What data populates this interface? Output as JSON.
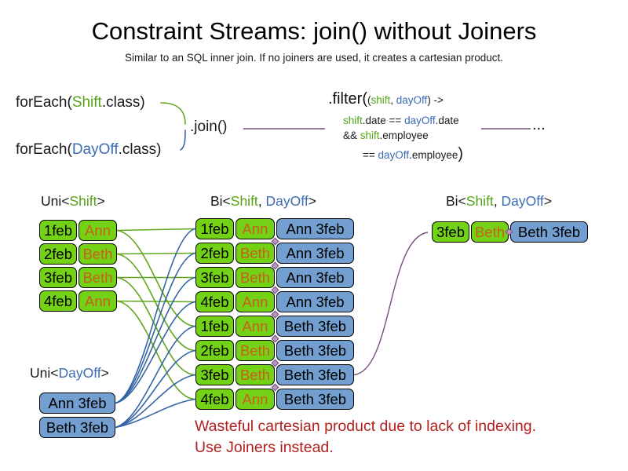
{
  "title": "Constraint Streams: join() without Joiners",
  "subtitle": "Similar to an SQL inner join. If no joiners are used, it creates a cartesian product.",
  "code": {
    "foreach_shift": {
      "pre": "forEach(",
      "cls": "Shift",
      "post": ".class)"
    },
    "foreach_dayoff": {
      "pre": "forEach(",
      "cls": "DayOff",
      "post": ".class)"
    },
    "join": ".join()",
    "filter": {
      "head": ".filter(",
      "p_open": "(",
      "p_shift": "shift",
      "p_sep": ", ",
      "p_dayoff": "dayOff",
      "p_close": ") ->",
      "l2_shift": "shift",
      "l2_mid": ".date == ",
      "l2_dayoff": "dayOff",
      "l2_end": ".date",
      "l3_and": "&& ",
      "l3_shift": "shift",
      "l3_end": ".employee",
      "l4_eq": "== ",
      "l4_dayoff": "dayOff",
      "l4_end": ".employee",
      "l4_paren": ")"
    },
    "ellipsis": "..."
  },
  "labels": {
    "uni_shift": {
      "pre": "Uni<",
      "name": "Shift",
      "post": ">"
    },
    "bi": {
      "pre": "Bi<",
      "shift": "Shift",
      "sep": ", ",
      "dayoff": "DayOff",
      "post": ">"
    },
    "uni_dayoff": {
      "pre": "Uni<",
      "name": "DayOff",
      "post": ">"
    }
  },
  "tables": {
    "uni_shift": {
      "rows": [
        {
          "date": "1feb",
          "emp": "Ann"
        },
        {
          "date": "2feb",
          "emp": "Beth"
        },
        {
          "date": "3feb",
          "emp": "Beth"
        },
        {
          "date": "4feb",
          "emp": "Ann"
        }
      ]
    },
    "bi": {
      "rows": [
        {
          "date": "1feb",
          "emp": "Ann",
          "pair": "Ann 3feb"
        },
        {
          "date": "2feb",
          "emp": "Beth",
          "pair": "Ann 3feb"
        },
        {
          "date": "3feb",
          "emp": "Beth",
          "pair": "Ann 3feb"
        },
        {
          "date": "4feb",
          "emp": "Ann",
          "pair": "Ann 3feb"
        },
        {
          "date": "1feb",
          "emp": "Ann",
          "pair": "Beth 3feb"
        },
        {
          "date": "2feb",
          "emp": "Beth",
          "pair": "Beth 3feb"
        },
        {
          "date": "3feb",
          "emp": "Beth",
          "pair": "Beth 3feb"
        },
        {
          "date": "4feb",
          "emp": "Ann",
          "pair": "Beth 3feb"
        }
      ]
    },
    "bi_result": {
      "row": {
        "date": "3feb",
        "emp": "Beth",
        "pair": "Beth 3feb"
      }
    },
    "uni_dayoff": {
      "rows": [
        {
          "label": "Ann 3feb"
        },
        {
          "label": "Beth 3feb"
        }
      ]
    }
  },
  "warning": {
    "line1": "Wasteful cartesian product due to lack of indexing.",
    "line2": "Use Joiners instead."
  },
  "colors": {
    "shift_box_green": "#73d216",
    "dayoff_box_blue": "#729fcf",
    "employee_text_orange": "#c85f1d",
    "shift_token_green": "#57a317",
    "dayoff_token_blue": "#3d6cb4",
    "connector_green": "#62a61d",
    "connector_blue": "#3465a4",
    "connector_purple": "#75507b",
    "warning_red": "#b22020"
  }
}
